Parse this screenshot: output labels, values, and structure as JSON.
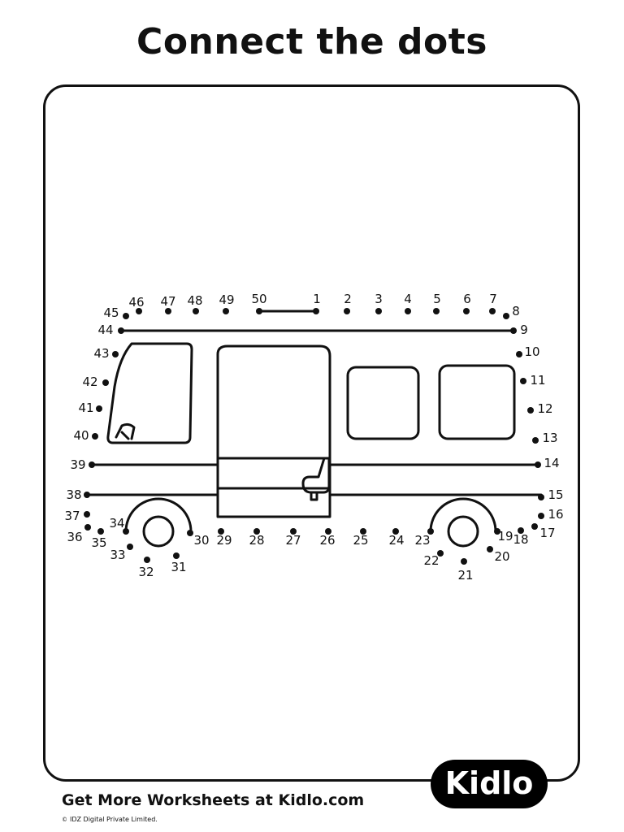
{
  "title": "Connect the dots",
  "footer": {
    "text": "Get More Worksheets at Kidlo.com",
    "copyright_symbol": "©",
    "copyright": "IDZ Digital Private Limited."
  },
  "logo": {
    "text": "Kidlo"
  },
  "puzzle": {
    "dot_labels": [
      "1",
      "2",
      "3",
      "4",
      "5",
      "6",
      "7",
      "8",
      "9",
      "10",
      "11",
      "12",
      "13",
      "14",
      "15",
      "16",
      "17",
      "18",
      "19",
      "20",
      "21",
      "22",
      "23",
      "24",
      "25",
      "26",
      "27",
      "28",
      "29",
      "30",
      "31",
      "32",
      "33",
      "34",
      "35",
      "36",
      "37",
      "38",
      "39",
      "40",
      "41",
      "42",
      "43",
      "44",
      "45",
      "46",
      "47",
      "48",
      "49",
      "50"
    ]
  }
}
